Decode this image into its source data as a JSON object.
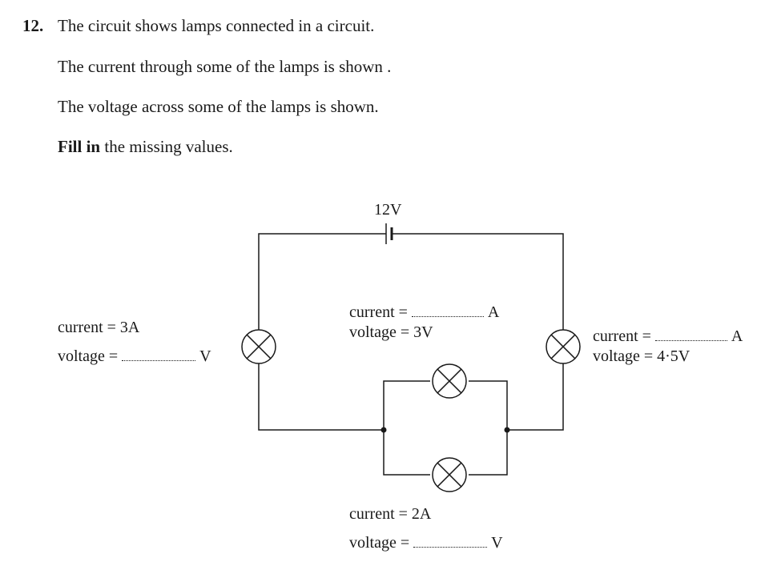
{
  "question": {
    "number": "12.",
    "line1": "The circuit shows lamps connected in a circuit.",
    "line2": "The current through some of the lamps is shown .",
    "line3": "The voltage across some of the lamps is shown.",
    "line4_bold": "Fill in",
    "line4_rest": " the missing values."
  },
  "circuit": {
    "battery_label": "12V",
    "left_lamp": {
      "current": "current = 3A",
      "voltage_prefix": "voltage =",
      "voltage_unit": "V"
    },
    "top_lamp": {
      "current_prefix": "current =",
      "current_unit": "A",
      "voltage": "voltage = 3V"
    },
    "right_lamp": {
      "current_prefix": "current =",
      "current_unit": "A",
      "voltage": "voltage = 4·5V"
    },
    "bottom_lamp": {
      "current": "current = 2A",
      "voltage_prefix": "voltage =",
      "voltage_unit": "V"
    }
  }
}
